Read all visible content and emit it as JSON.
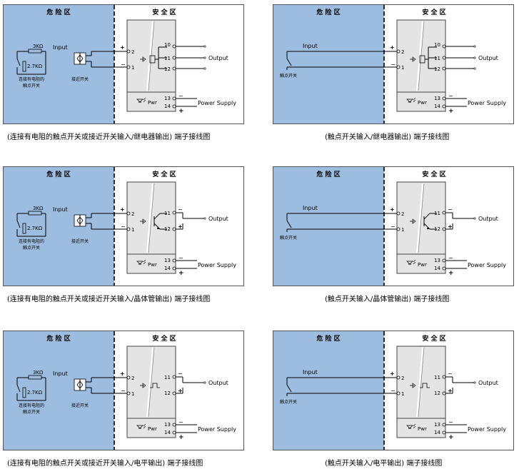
{
  "labels": {
    "hazard_zone": "危 险 区",
    "safe_zone": "安 全 区",
    "input": "Input",
    "output": "Output",
    "power_supply": "Power Supply",
    "pwr": "Pwr",
    "r1": "3KΩ",
    "r2": "2.7KΩ",
    "contact_with_resistor_line1": "连接有电阻的",
    "contact_with_resistor_line2": "触点开关",
    "proximity_switch": "接近开关",
    "contact_switch": "触点开关",
    "plus": "+",
    "minus": "−",
    "t1": "1",
    "t2": "2",
    "t10": "10",
    "t11": "11",
    "t12": "12",
    "t13": "13",
    "t14": "14"
  },
  "panels": [
    {
      "type": "relay",
      "inputs": "combo",
      "caption": "(连接有电阻的触点开关或接近开关输入/继电器输出) 端子接线图"
    },
    {
      "type": "relay",
      "inputs": "contact",
      "caption": "(触点开关输入/继电器输出) 端子接线图"
    },
    {
      "type": "transistor",
      "inputs": "combo",
      "caption": "(连接有电阻的触点开关或接近开关输入/晶体管输出) 端子接线图"
    },
    {
      "type": "transistor",
      "inputs": "contact",
      "caption": "(触点开关输入/晶体管输出) 端子接线图"
    },
    {
      "type": "level",
      "inputs": "combo",
      "caption": "(连接有电阻的触点开关或接近开关输入/电平输出) 端子接线图"
    },
    {
      "type": "level",
      "inputs": "contact",
      "caption": "(触点开关输入/电平输出) 端子接线图"
    }
  ],
  "colors": {
    "hazard_fill": "#9dbde0",
    "module_fill": "#e4e4e4",
    "border": "#555555"
  }
}
